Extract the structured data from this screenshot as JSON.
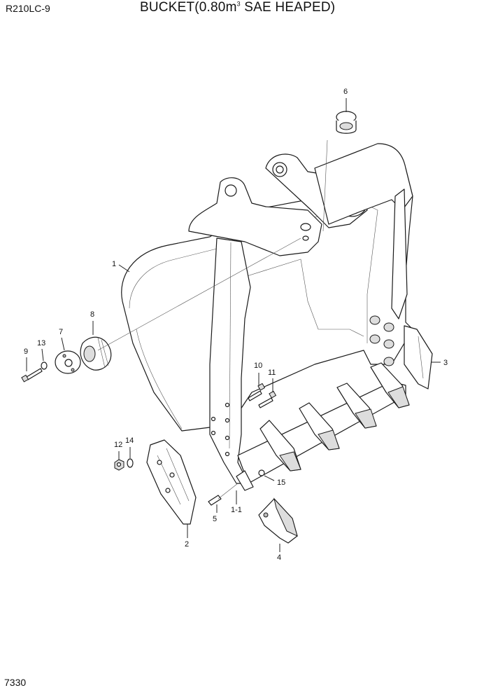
{
  "header": {
    "model": "R210LC-9",
    "title_main": "BUCKET(0.80m",
    "title_sup": "3",
    "title_rest": " SAE HEAPED)"
  },
  "footer": {
    "page_number": "7330"
  },
  "callouts": [
    {
      "id": "c1",
      "text": "1"
    },
    {
      "id": "c1-1",
      "text": "1-1"
    },
    {
      "id": "c2",
      "text": "2"
    },
    {
      "id": "c3",
      "text": "3"
    },
    {
      "id": "c4",
      "text": "4"
    },
    {
      "id": "c5",
      "text": "5"
    },
    {
      "id": "c6",
      "text": "6"
    },
    {
      "id": "c7",
      "text": "7"
    },
    {
      "id": "c8",
      "text": "8"
    },
    {
      "id": "c9",
      "text": "9"
    },
    {
      "id": "c10",
      "text": "10"
    },
    {
      "id": "c11",
      "text": "11"
    },
    {
      "id": "c12",
      "text": "12"
    },
    {
      "id": "c13",
      "text": "13"
    },
    {
      "id": "c14",
      "text": "14"
    },
    {
      "id": "c15",
      "text": "15"
    }
  ]
}
